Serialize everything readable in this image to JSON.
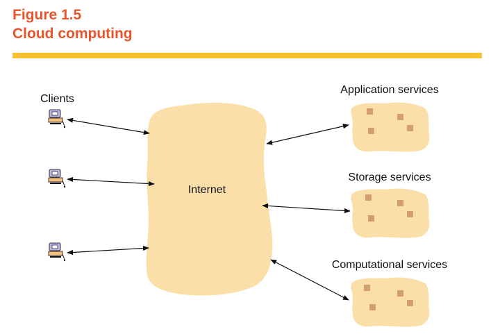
{
  "figure": {
    "number": "Figure 1.5",
    "title": "Cloud computing"
  },
  "labels": {
    "clients": "Clients",
    "internet": "Internet",
    "application_services": "Application services",
    "storage_services": "Storage services",
    "computational_services": "Computational services"
  },
  "colors": {
    "title": "#e8542b",
    "rule": "#f5c12e",
    "cloud_fill": "#fbdfa9",
    "service_fill": "#fbdfa9",
    "service_square": "#d39f70",
    "arrow": "#111111",
    "client_icon": "client-computer-icon"
  }
}
